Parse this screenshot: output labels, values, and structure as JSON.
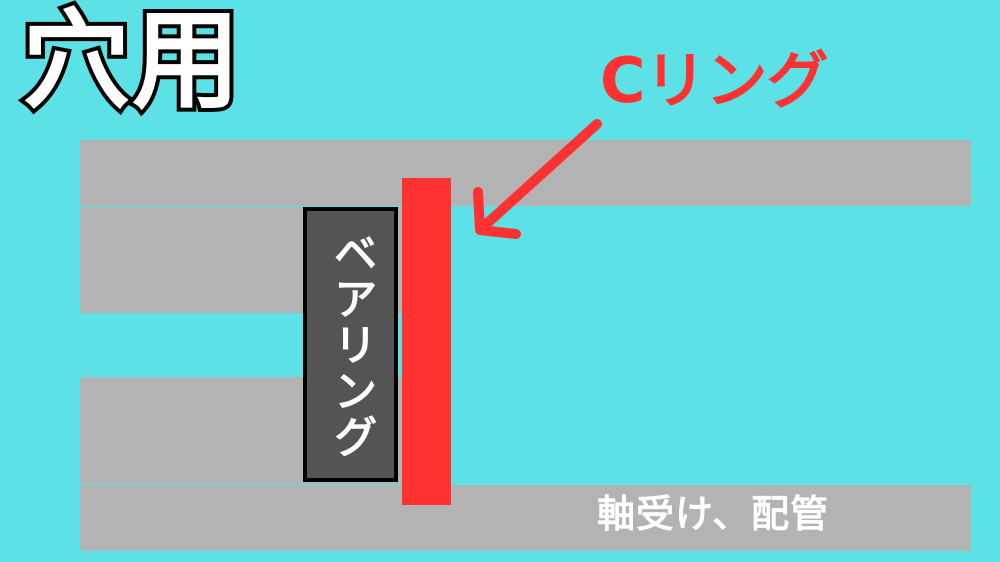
{
  "title": "穴用",
  "bearing": {
    "label": "ベアリング"
  },
  "c_ring": {
    "label": "Cリング"
  },
  "usage": {
    "label": "軸受け、配管"
  },
  "colors": {
    "background": "#5ce1e6",
    "housing": "#b3b3b3",
    "bearing_fill": "#545454",
    "bearing_border": "#000000",
    "c_ring": "#ff3131",
    "arrow": "#ff3131",
    "title_fill": "#ffffff",
    "title_outline": "#000000"
  },
  "icons": {
    "arrow": "arrow-down-left-icon"
  }
}
